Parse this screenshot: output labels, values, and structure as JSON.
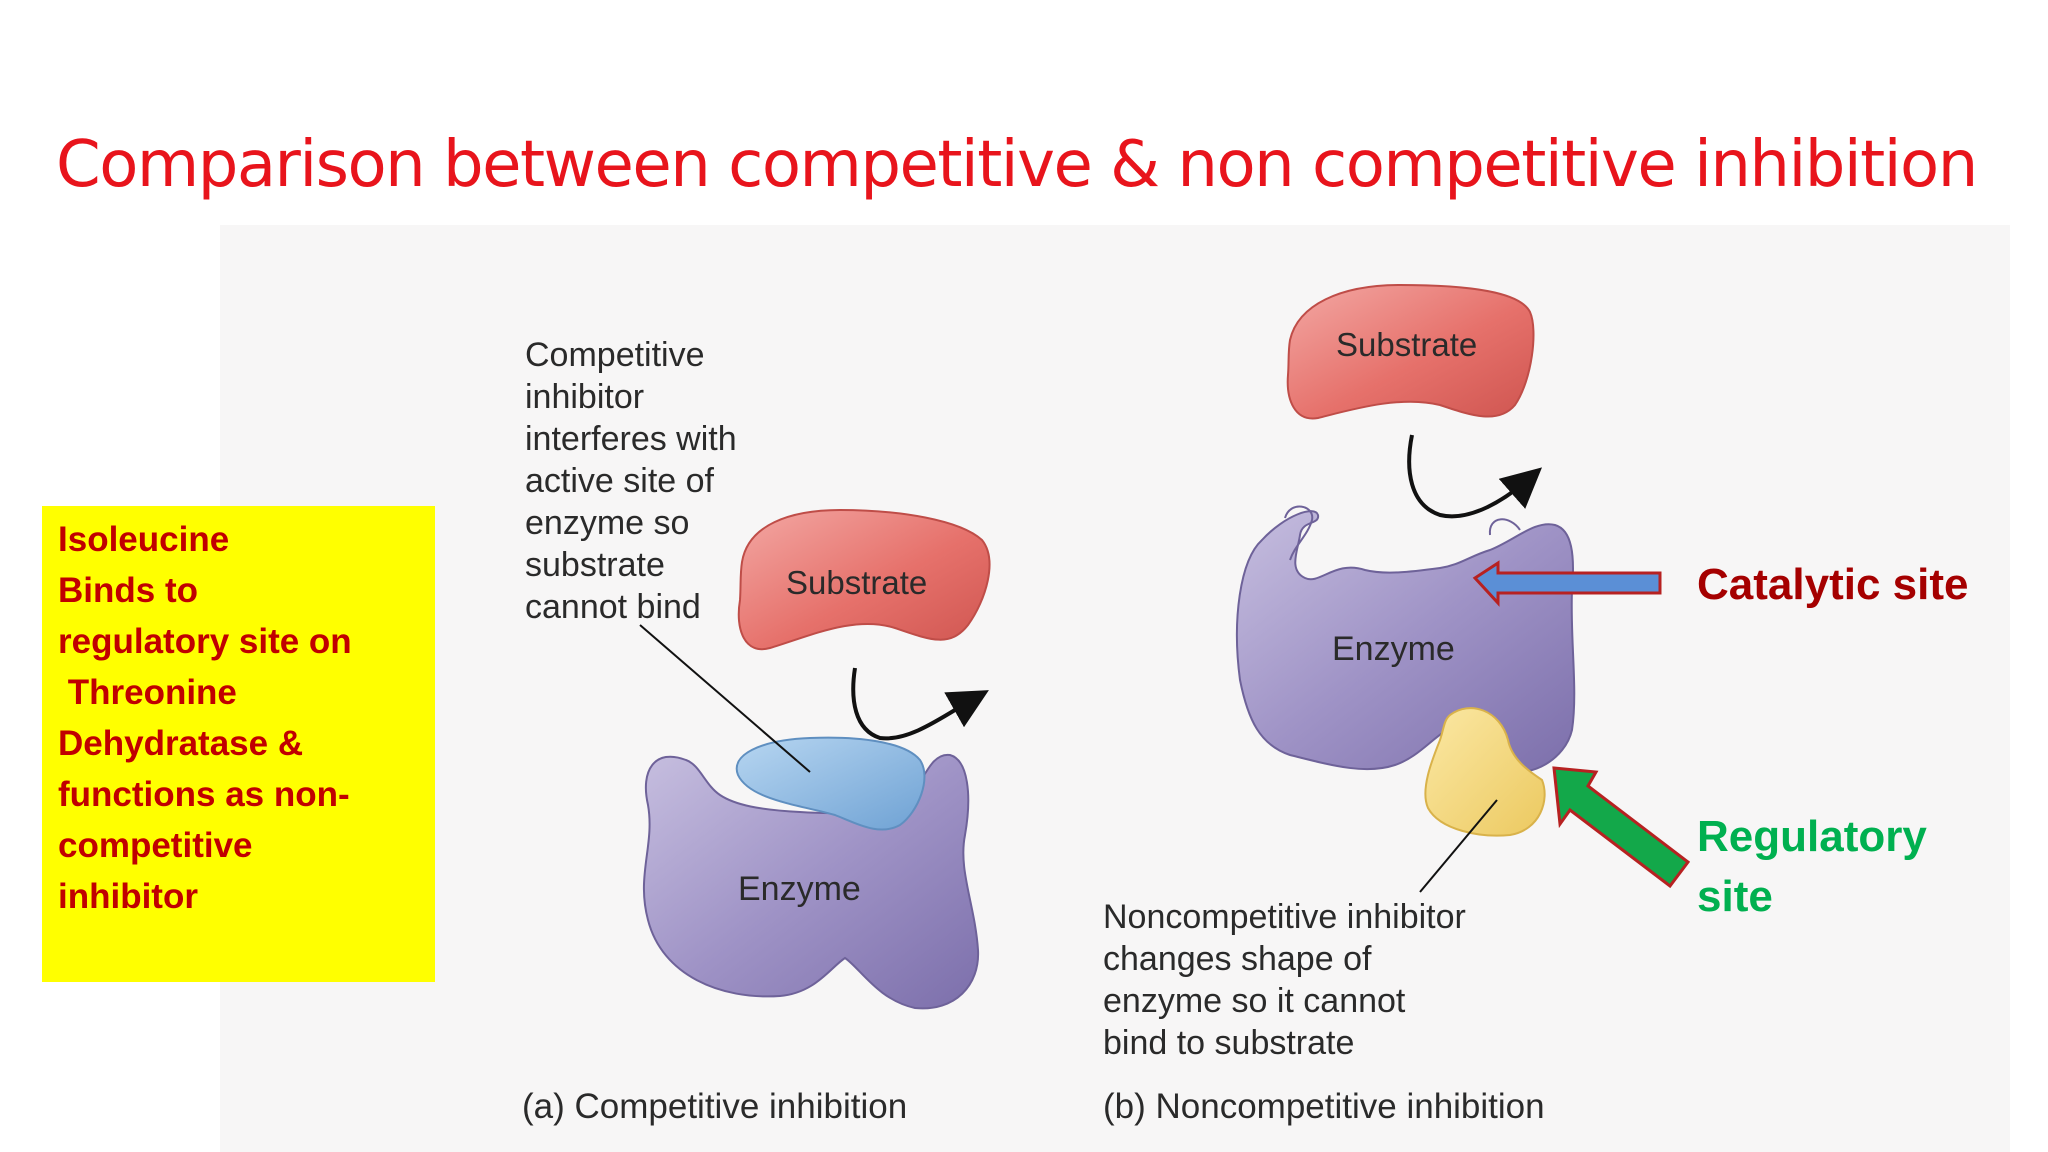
{
  "title": "Comparison between competitive & non competitive inhibition",
  "note_box": {
    "lines": [
      "Isoleucine",
      "Binds to",
      "regulatory site on",
      " Threonine",
      "Dehydratase &",
      "functions as non-",
      "competitive",
      "inhibitor"
    ]
  },
  "panel_a": {
    "description_lines": [
      "Competitive",
      "inhibitor",
      "interferes with",
      "active site of",
      "enzyme so",
      "substrate",
      "cannot bind"
    ],
    "substrate_label": "Substrate",
    "enzyme_label": "Enzyme",
    "caption": "(a) Competitive inhibition"
  },
  "panel_b": {
    "substrate_label": "Substrate",
    "enzyme_label": "Enzyme",
    "description_lines": [
      "Noncompetitive inhibitor",
      "changes shape of",
      "enzyme so it cannot",
      "bind to substrate"
    ],
    "caption": "(b) Noncompetitive inhibition"
  },
  "labels": {
    "catalytic_site": "Catalytic site",
    "regulatory_site_line1": "Regulatory",
    "regulatory_site_line2": "site"
  },
  "colors": {
    "title": "#e8141c",
    "note_background": "#ffff00",
    "note_text": "#c00000",
    "catalytic_label": "#a50000",
    "regulatory_label": "#00b050",
    "catalytic_arrow": "#5b8fd6",
    "regulatory_arrow": "#13a84a"
  }
}
